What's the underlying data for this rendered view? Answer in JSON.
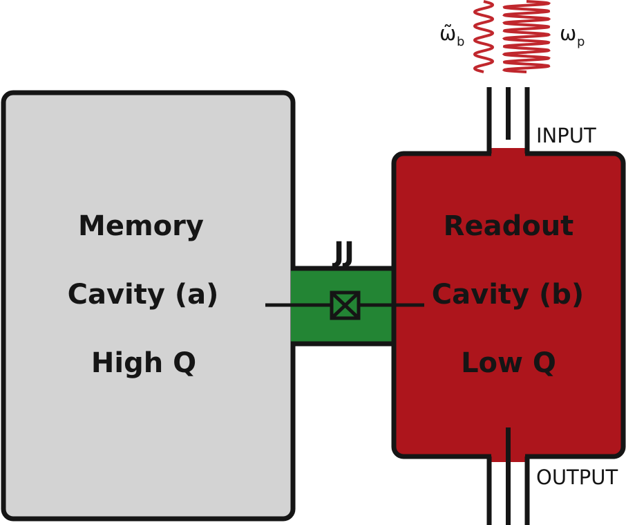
{
  "memory_cavity": {
    "line1": "Memory",
    "line2": "Cavity (a)",
    "line3": "High Q",
    "fill": "#d3d3d3"
  },
  "readout_cavity": {
    "line1": "Readout",
    "line2": "Cavity (b)",
    "line3": "Low Q",
    "fill": "#ad151c"
  },
  "junction": {
    "label": "JJ",
    "fill": "#238534"
  },
  "ports": {
    "input": "INPUT",
    "output": "OUTPUT"
  },
  "drives": {
    "omega_b": "ω̃",
    "omega_b_sub": "b",
    "omega_p": "ω",
    "omega_p_sub": "p",
    "wave_color": "#c0272d"
  }
}
